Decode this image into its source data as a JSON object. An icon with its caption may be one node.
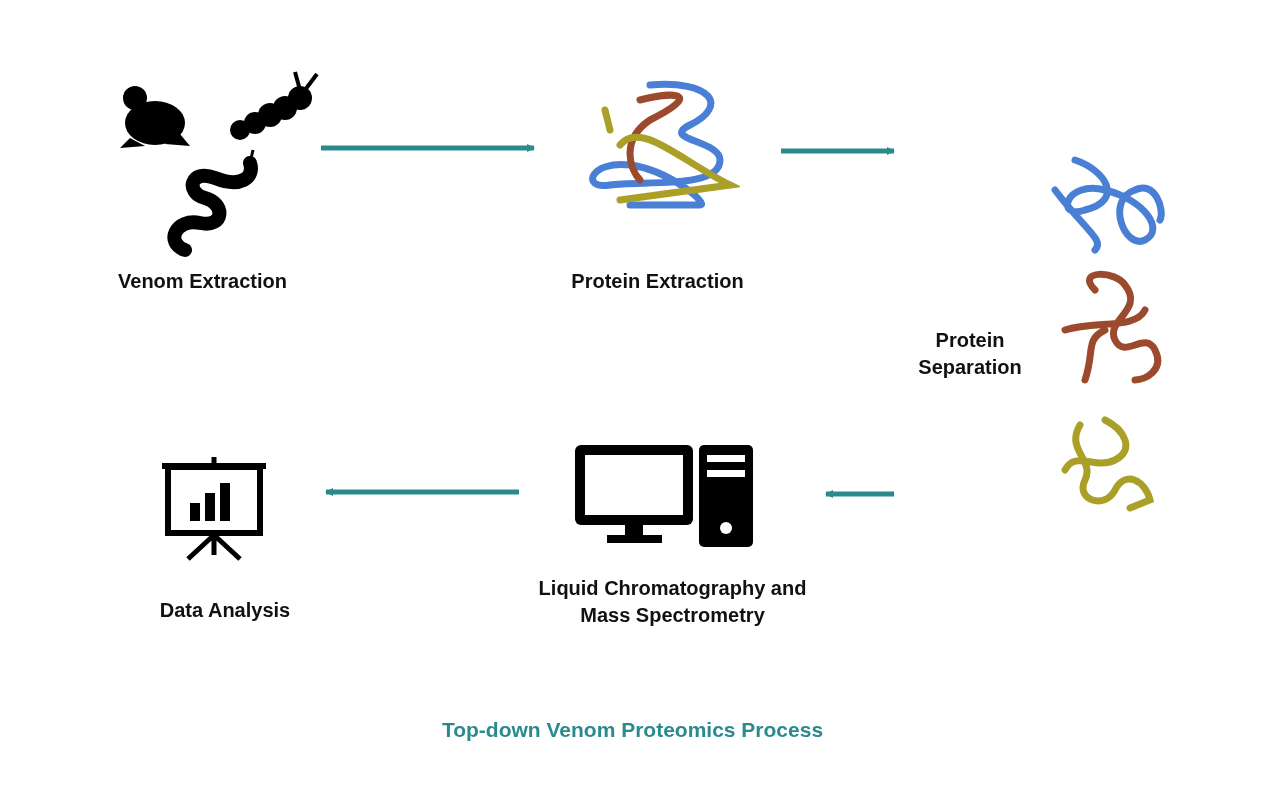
{
  "diagram": {
    "caption": "Top-down Venom Proteomics Process",
    "nodes": [
      {
        "text": [
          "Venom Extraction"
        ]
      },
      {
        "text": [
          "Protein Extraction"
        ]
      },
      {
        "text": [
          "Protein Separation"
        ]
      },
      {
        "text": [
          "Liquid Chromatography and Mass Spectrometry"
        ]
      },
      {
        "text": [
          "Data Analysis"
        ]
      }
    ],
    "edges": [
      {
        "from": 0,
        "to": 1,
        "arrow": "to"
      },
      {
        "from": 1,
        "to": 2,
        "arrow": "to"
      },
      {
        "from": 2,
        "to": 3,
        "arrow": "to"
      },
      {
        "from": 3,
        "to": 4,
        "arrow": "to"
      }
    ]
  }
}
